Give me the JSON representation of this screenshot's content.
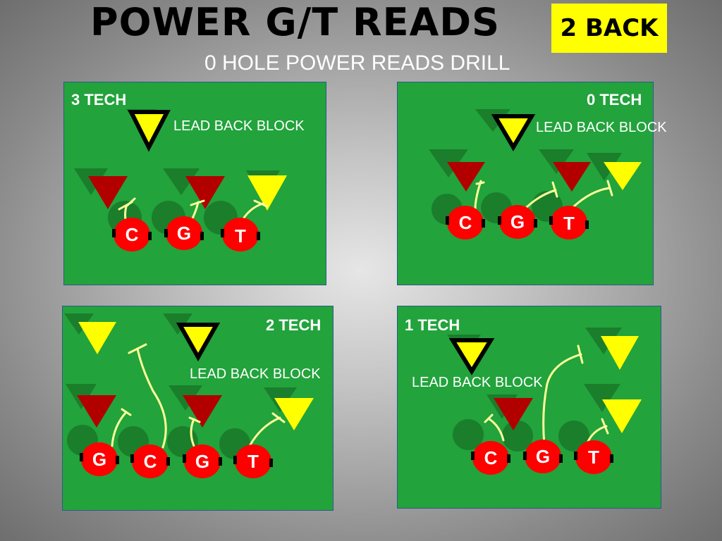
{
  "header": {
    "title": "POWER G/T READS",
    "badge": "2 BACK",
    "subtitle": "0 HOLE POWER READS DRILL"
  },
  "panels": [
    {
      "technique": "3 TECH",
      "lead_label": "LEAD BACK BLOCK",
      "linemen": [
        "C",
        "G",
        "T"
      ]
    },
    {
      "technique": "0 TECH",
      "lead_label": "LEAD BACK BLOCK",
      "linemen": [
        "C",
        "G",
        "T"
      ]
    },
    {
      "technique": "2 TECH",
      "lead_label": "LEAD BACK BLOCK",
      "linemen": [
        "G",
        "C",
        "G",
        "T"
      ]
    },
    {
      "technique": "1 TECH",
      "lead_label": "LEAD BACK BLOCK",
      "linemen": [
        "C",
        "G",
        "T"
      ]
    }
  ],
  "colors": {
    "field": "#22a33c",
    "offense": "#ff0000",
    "defender_dark": "#b20000",
    "defender_light": "#ffff00",
    "block_path": "#ffff99",
    "badge": "#ffff00"
  },
  "icons": {
    "defender": "triangle-down",
    "lead_back": "triangle-down-outlined",
    "lineman": "circle"
  }
}
